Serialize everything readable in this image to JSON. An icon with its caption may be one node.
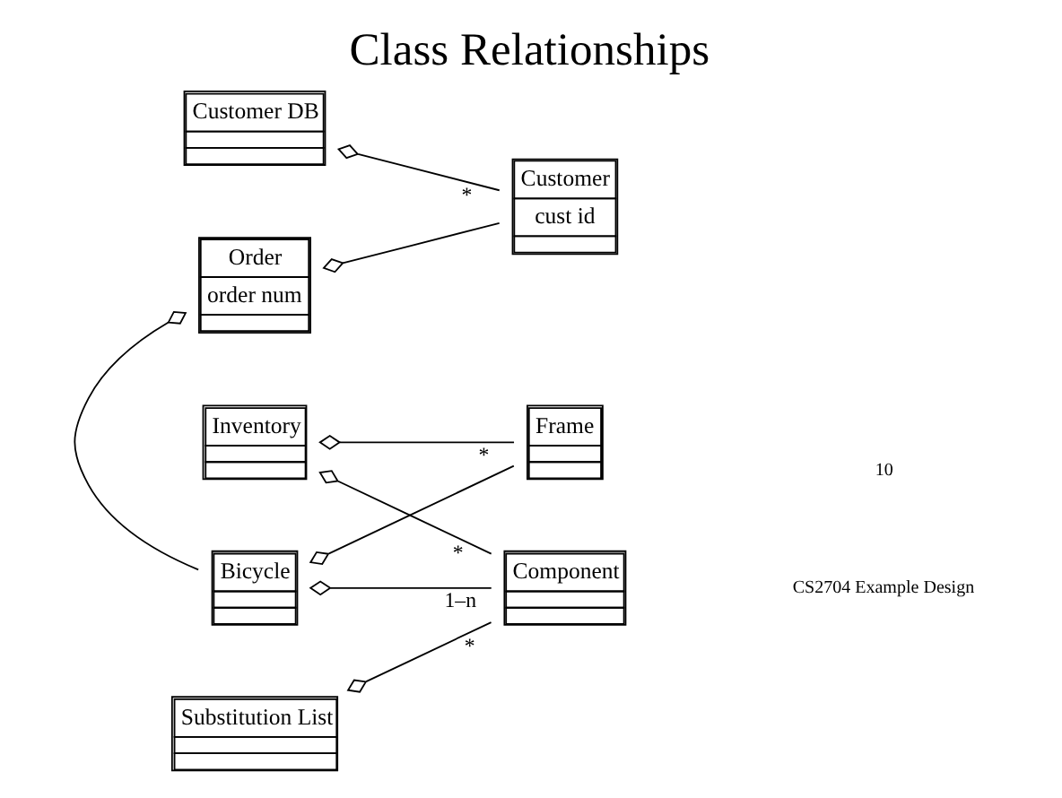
{
  "diagram": {
    "title": "Class Relationships",
    "nodes": [
      {
        "text": [
          "Order",
          "order num"
        ]
      },
      {
        "text": [
          "Customer",
          "cust id"
        ]
      },
      {
        "text": [
          "Customer DB"
        ]
      },
      {
        "text": [
          "Frame"
        ]
      },
      {
        "text": [
          "Inventory"
        ]
      },
      {
        "text": [
          "Bicycle"
        ]
      },
      {
        "text": [
          "Component"
        ]
      },
      {
        "text": [
          "Substitution List"
        ]
      }
    ],
    "edges": [
      {
        "from": 0,
        "to": 1,
        "arrow": "other"
      },
      {
        "from": 2,
        "to": 1,
        "arrow": "other",
        "label": "*"
      },
      {
        "from": 0,
        "to": 5,
        "arrow": "other"
      },
      {
        "from": 5,
        "to": 3,
        "arrow": "other"
      },
      {
        "from": 5,
        "to": 6,
        "arrow": "other",
        "label": "1–n"
      },
      {
        "from": 4,
        "to": 3,
        "arrow": "other",
        "label": "*"
      },
      {
        "from": 4,
        "to": 6,
        "arrow": "other",
        "label": "*"
      },
      {
        "from": 7,
        "to": 6,
        "arrow": "other",
        "label": "*"
      }
    ],
    "labels": [
      "CS2704 Example Design",
      "10"
    ]
  }
}
